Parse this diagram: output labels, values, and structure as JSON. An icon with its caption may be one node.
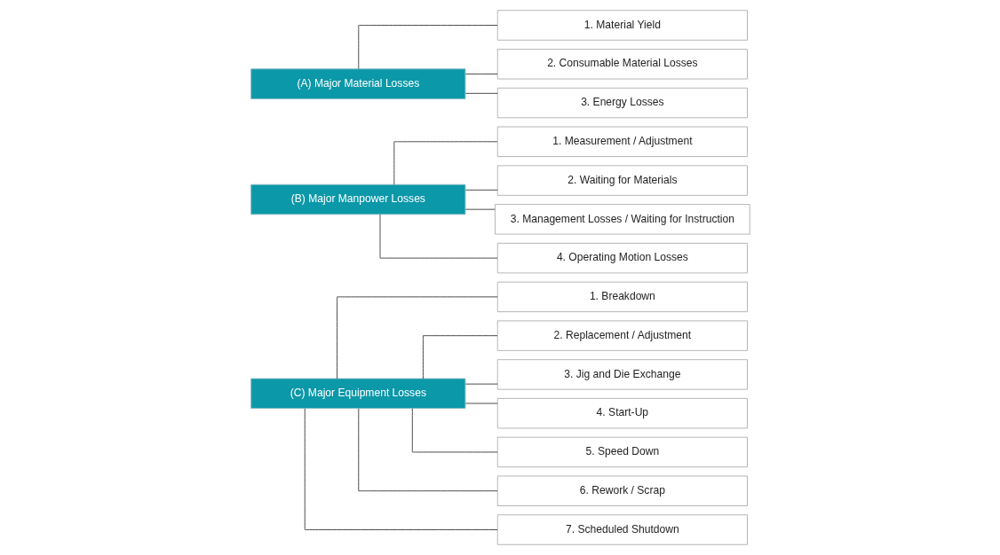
{
  "diagram": {
    "nodes": [
      {
        "text": [
          "(A) Major Material Losses"
        ]
      },
      {
        "text": [
          "1. Material Yield"
        ]
      },
      {
        "text": [
          "2. Consumable Material Losses"
        ]
      },
      {
        "text": [
          "3. Energy Losses"
        ]
      },
      {
        "text": [
          "(B) Major Manpower Losses"
        ]
      },
      {
        "text": [
          "1. Measurement / Adjustment"
        ]
      },
      {
        "text": [
          "2. Waiting for Materials"
        ]
      },
      {
        "text": [
          "3. Management Losses / Waiting for Instruction"
        ]
      },
      {
        "text": [
          "4. Operating Motion Losses"
        ]
      },
      {
        "text": [
          "(C) Major Equipment Losses"
        ]
      },
      {
        "text": [
          "1. Breakdown"
        ]
      },
      {
        "text": [
          "2. Replacement / Adjustment"
        ]
      },
      {
        "text": [
          "3. Jig and Die Exchange"
        ]
      },
      {
        "text": [
          "4. Start-Up"
        ]
      },
      {
        "text": [
          "5. Speed Down"
        ]
      },
      {
        "text": [
          "6. Rework / Scrap"
        ]
      },
      {
        "text": [
          "7. Scheduled Shutdown"
        ]
      }
    ],
    "edges": [
      {
        "from": 0,
        "to": 1,
        "arrow": "none"
      },
      {
        "from": 0,
        "to": 2,
        "arrow": "none"
      },
      {
        "from": 0,
        "to": 3,
        "arrow": "none"
      },
      {
        "from": 4,
        "to": 5,
        "arrow": "none"
      },
      {
        "from": 4,
        "to": 6,
        "arrow": "none"
      },
      {
        "from": 4,
        "to": 7,
        "arrow": "none"
      },
      {
        "from": 4,
        "to": 8,
        "arrow": "none"
      },
      {
        "from": 9,
        "to": 10,
        "arrow": "none"
      },
      {
        "from": 9,
        "to": 11,
        "arrow": "none"
      },
      {
        "from": 9,
        "to": 12,
        "arrow": "none"
      },
      {
        "from": 9,
        "to": 13,
        "arrow": "none"
      },
      {
        "from": 9,
        "to": 14,
        "arrow": "none"
      },
      {
        "from": 9,
        "to": 15,
        "arrow": "none"
      },
      {
        "from": 9,
        "to": 16,
        "arrow": "none"
      }
    ]
  }
}
